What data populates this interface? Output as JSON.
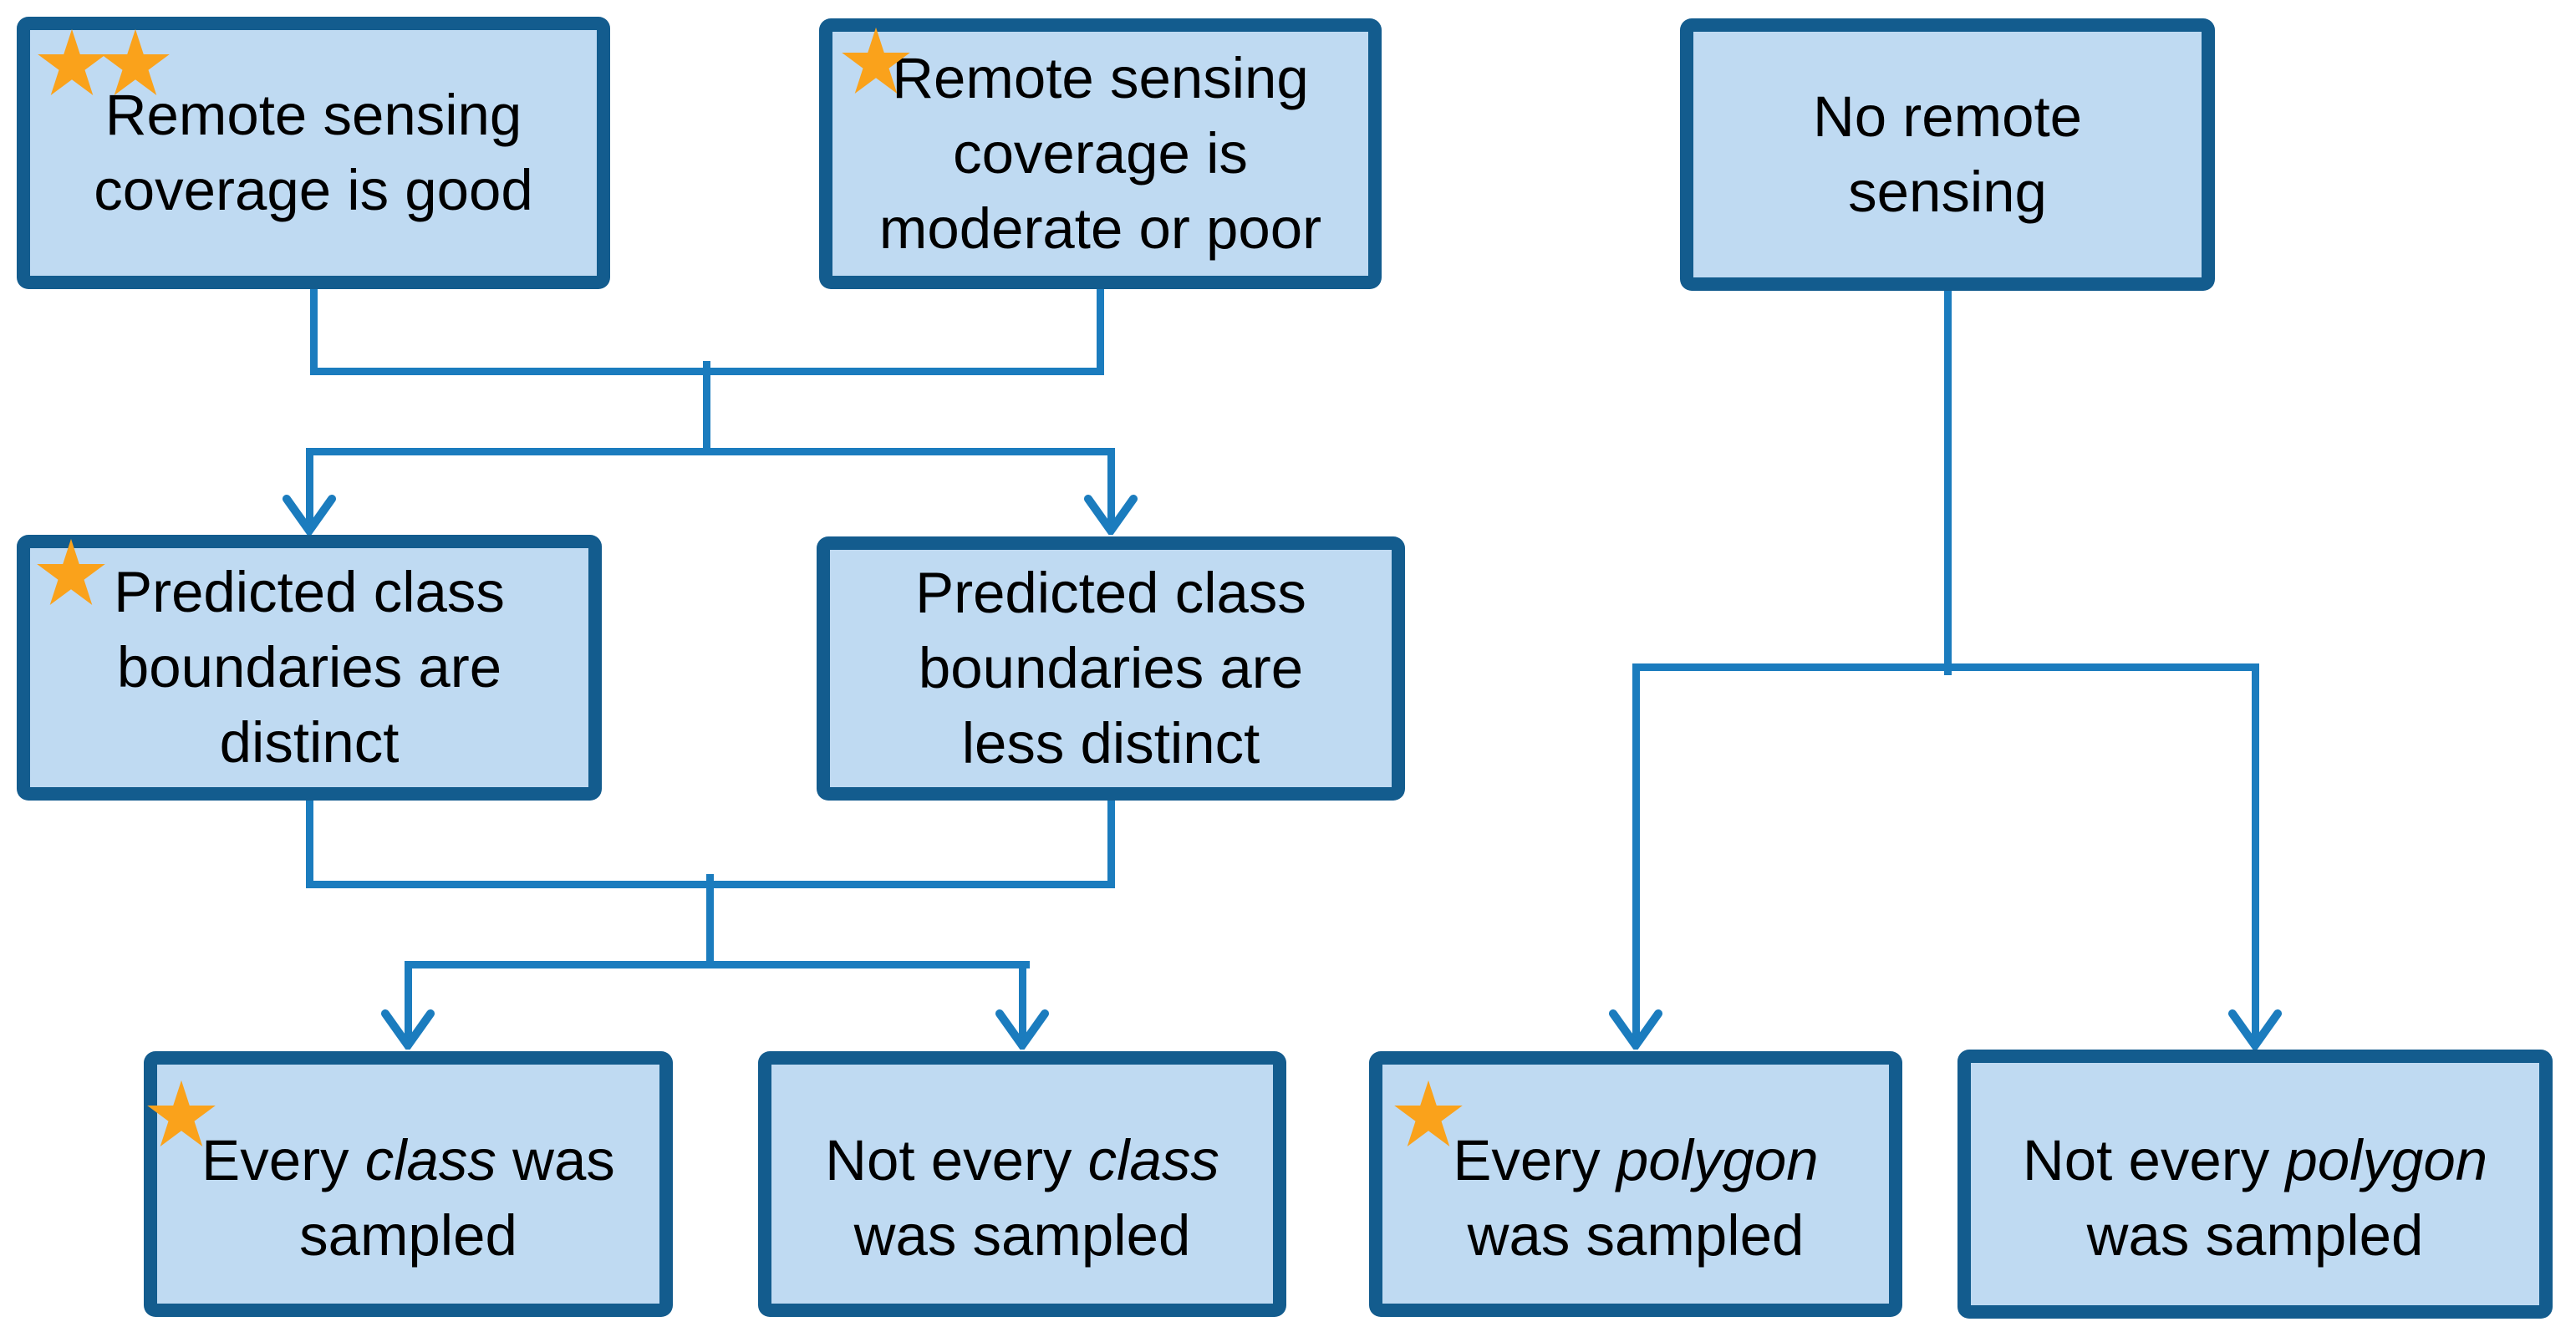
{
  "colors": {
    "box_fill": "#BFDAF2",
    "box_border": "#135C8E",
    "connector": "#1B7CBE",
    "star": "#FAA21B",
    "text": "#000000",
    "background": "#FFFFFF"
  },
  "nodes": {
    "b1": {
      "stars": 2,
      "lines": [
        "Remote sensing",
        "coverage is good"
      ]
    },
    "b2": {
      "stars": 1,
      "lines": [
        "Remote sensing",
        "coverage is",
        "moderate or poor"
      ]
    },
    "b3": {
      "stars": 0,
      "lines": [
        "No remote",
        "sensing"
      ]
    },
    "b4": {
      "stars": 1,
      "lines": [
        "Predicted class",
        "boundaries are",
        "distinct"
      ]
    },
    "b5": {
      "stars": 0,
      "lines": [
        "Predicted class",
        "boundaries are",
        "less distinct"
      ]
    },
    "b6": {
      "stars": 1,
      "lines": [
        "Every *class* was",
        "sampled"
      ]
    },
    "b7": {
      "stars": 0,
      "lines": [
        "Not every *class*",
        "was sampled"
      ]
    },
    "b8": {
      "stars": 1,
      "lines": [
        "Every *polygon*",
        "was sampled"
      ]
    },
    "b9": {
      "stars": 0,
      "lines": [
        "Not every *polygon*",
        "was sampled"
      ]
    }
  }
}
